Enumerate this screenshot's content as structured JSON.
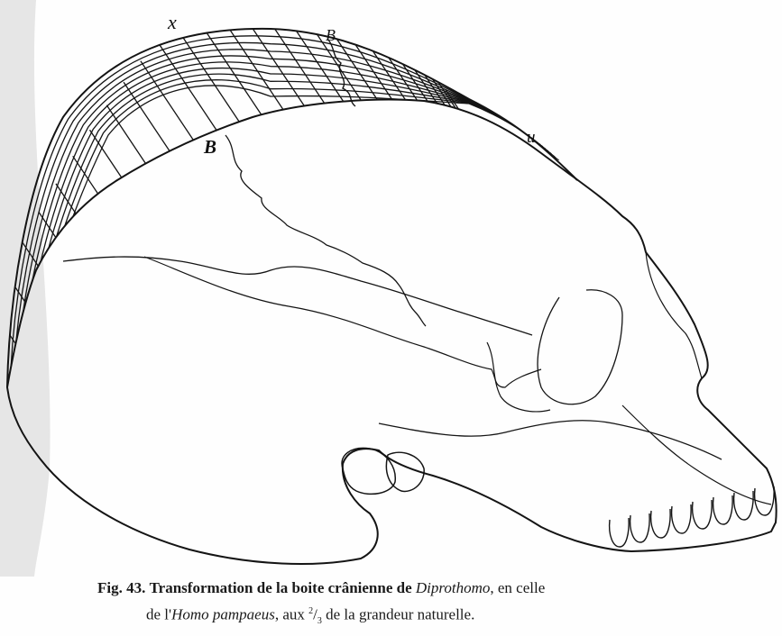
{
  "labels": {
    "x": "x",
    "B_outer": "B",
    "B_inner": "B",
    "u": "u"
  },
  "caption": {
    "fig": "Fig. 43.",
    "line1_text": "Transformation de la boite crânienne de",
    "genus": "Diprothomo",
    "line1_tail": ", en celle",
    "line2_pre": "de l'",
    "species": "Homo pampaeus",
    "line2_mid": ", aux",
    "frac_num": "2",
    "frac_den": "3",
    "line2_tail": "de la grandeur naturelle."
  },
  "colors": {
    "ink": "#141414",
    "paper": "#fefefe",
    "margin_grey": "#e4e4e4"
  }
}
